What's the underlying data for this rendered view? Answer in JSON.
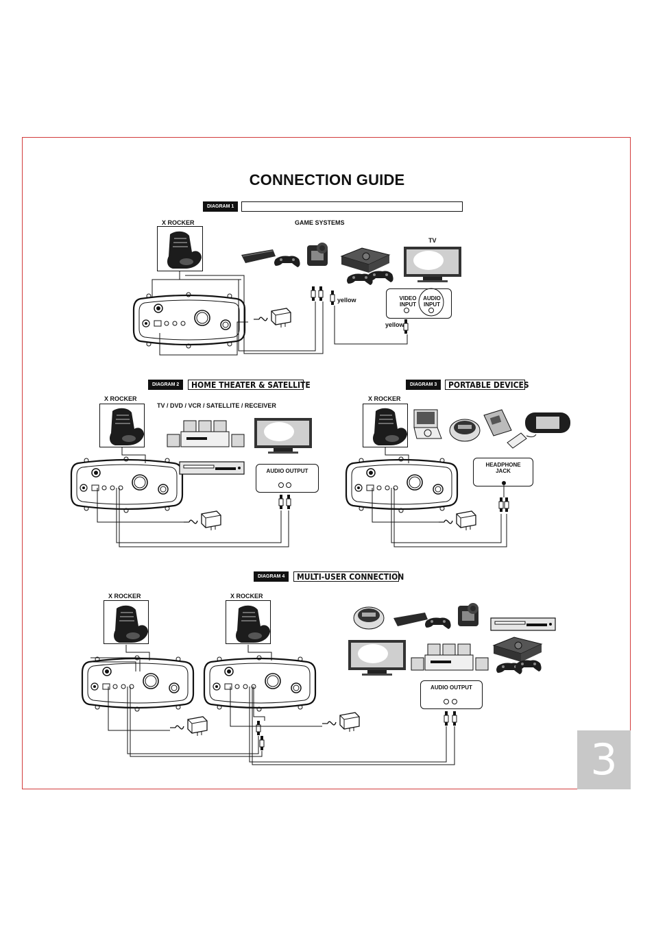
{
  "title": "CONNECTION GUIDE",
  "page_number": "3",
  "diagram1": {
    "tag": "DIAGRAM 1",
    "heading": "",
    "chair_label": "X ROCKER",
    "game_label": "GAME SYSTEMS",
    "tv_label": "TV",
    "video_input": "VIDEO INPUT",
    "audio_input": "AUDIO INPUT",
    "yellow_1": "yellow",
    "yellow_2": "yellow"
  },
  "diagram2": {
    "tag": "DIAGRAM 2",
    "heading": "HOME THEATER & SATELLITE",
    "chair_label": "X ROCKER",
    "devices_label": "TV / DVD / VCR / SATELLITE / RECEIVER",
    "audio_output": "AUDIO OUTPUT"
  },
  "diagram3": {
    "tag": "DIAGRAM 3",
    "heading": "PORTABLE DEVICES",
    "chair_label": "X ROCKER",
    "headphone_jack": "HEADPHONE JACK"
  },
  "diagram4": {
    "tag": "DIAGRAM 4",
    "heading": "MULTI-USER CONNECTION",
    "chair_label_1": "X ROCKER",
    "chair_label_2": "X ROCKER",
    "audio_output": "AUDIO OUTPUT"
  }
}
